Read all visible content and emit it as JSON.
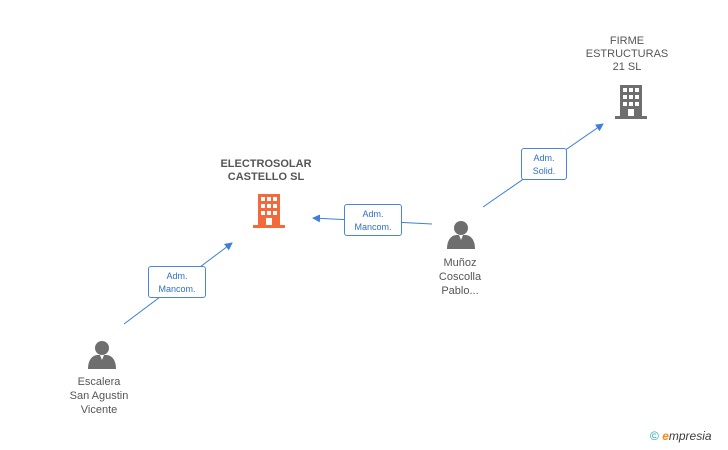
{
  "nodes": {
    "electrosolar": {
      "line1": "ELECTROSOLAR",
      "line2": "CASTELLO SL",
      "color": "#f26a3c"
    },
    "firme": {
      "line1": "FIRME",
      "line2": "ESTRUCTURAS",
      "line3": "21 SL",
      "color": "#6e6e6e"
    },
    "munoz": {
      "line1": "Muñoz",
      "line2": "Coscolla",
      "line3": "Pablo..."
    },
    "escalera": {
      "line1": "Escalera",
      "line2": "San Agustin",
      "line3": "Vicente"
    }
  },
  "edges": [
    {
      "id": "escalera-electrosolar",
      "line1": "Adm.",
      "line2": "Mancom."
    },
    {
      "id": "munoz-electrosolar",
      "line1": "Adm.",
      "line2": "Mancom."
    },
    {
      "id": "munoz-firme",
      "line1": "Adm.",
      "line2": "Solid."
    }
  ],
  "colors": {
    "edge": "#3d7fd9",
    "person": "#6e6e6e"
  },
  "brand": {
    "copyright": "©",
    "e": "e",
    "word": "mpresia"
  }
}
